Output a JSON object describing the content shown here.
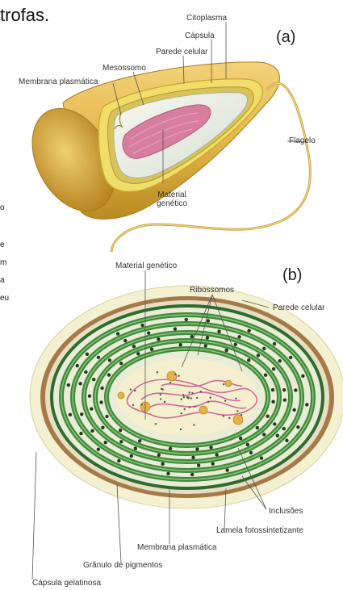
{
  "heading": "trofas.",
  "side_fragments": [
    "o",
    "e",
    "m",
    "a",
    "eu"
  ],
  "figure_a": {
    "panel_label": "(a)",
    "labels": {
      "citoplasma": "Citoplasma",
      "capsula": "Cápsula",
      "parede": "Parede celular",
      "mesossomo": "Mesossomo",
      "membrana": "Membrana plasmática",
      "flagelo": "Flagelo",
      "material": "Material genético"
    }
  },
  "figure_b": {
    "panel_label": "(b)",
    "labels": {
      "material": "Material genético",
      "ribossomos": "Ribossomos",
      "parede": "Parede celular",
      "inclusoes": "Inclusões",
      "lamela": "Lamela fotossintetizante",
      "membrana": "Membrana plasmática",
      "granulo": "Grânulo de pigmentos",
      "capsula": "Cápsula gelatinosa"
    }
  },
  "colors": {
    "capsule_a": "#e5b64a",
    "wall_a": "#f1dd6a",
    "cytoplasm_a": "#eef0e4",
    "dna_a": "#d77e9e",
    "capsule_b": "#f4f0d2",
    "wall_b": "#a57a48",
    "lamella": "#3f8a3a",
    "dna_b": "#cf6a9b"
  }
}
